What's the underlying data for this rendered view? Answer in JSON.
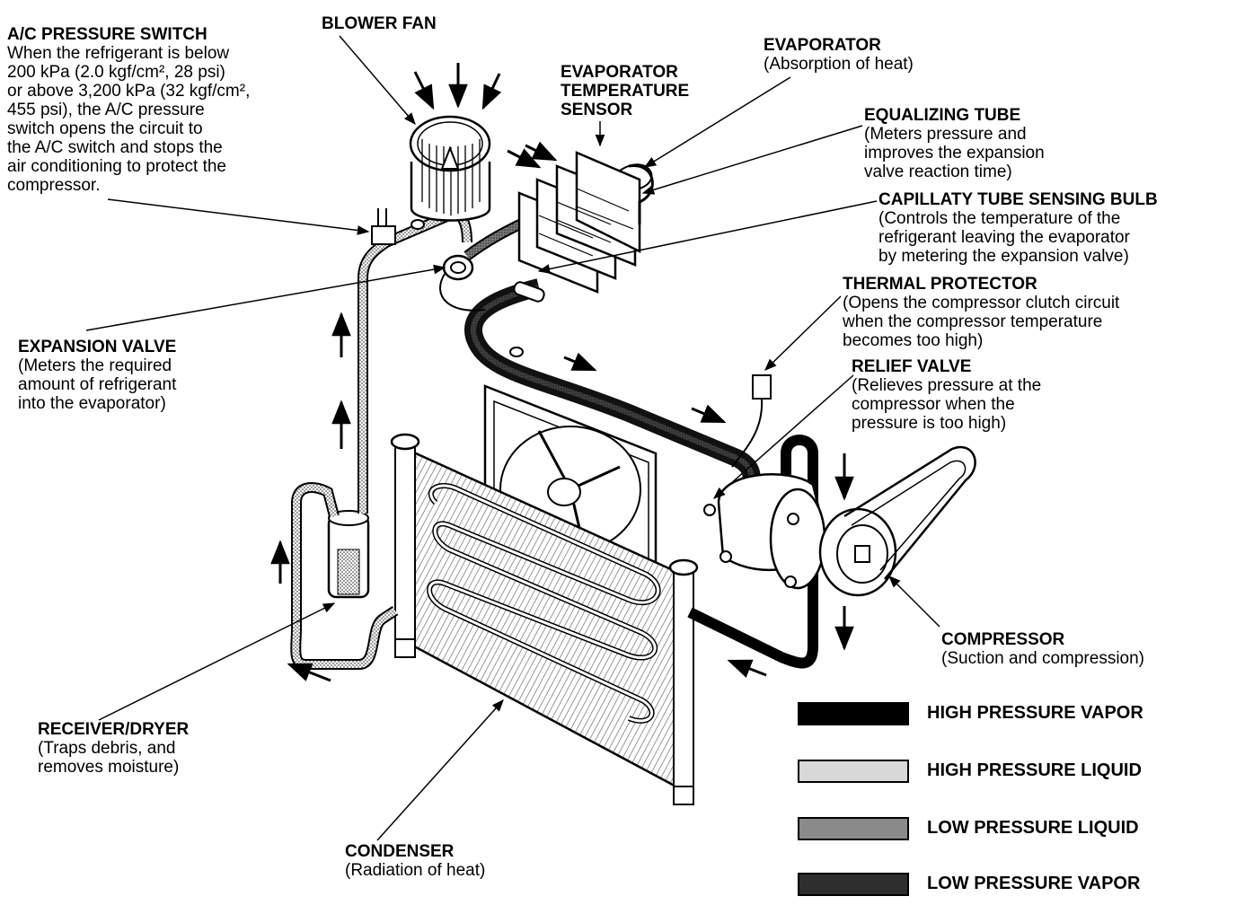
{
  "labels": {
    "ac_pressure_switch": {
      "title": "A/C PRESSURE SWITCH",
      "lines": [
        "When the refrigerant is below",
        "200 kPa (2.0 kgf/cm², 28 psi)",
        "or above 3,200 kPa (32 kgf/cm²,",
        "455 psi), the A/C pressure",
        "switch opens the circuit to",
        "the A/C switch and stops the",
        "air conditioning to protect the",
        "compressor."
      ]
    },
    "blower_fan": {
      "title": "BLOWER FAN"
    },
    "evaporator_temp_sensor": {
      "title_lines": [
        "EVAPORATOR",
        "TEMPERATURE",
        "SENSOR"
      ]
    },
    "evaporator": {
      "title": "EVAPORATOR",
      "lines": [
        "(Absorption of heat)"
      ]
    },
    "equalizing_tube": {
      "title": "EQUALIZING TUBE",
      "lines": [
        "(Meters pressure and",
        "improves the expansion",
        "valve reaction time)"
      ]
    },
    "capillary_tube": {
      "title": "CAPILLATY TUBE SENSING BULB",
      "lines": [
        "(Controls the temperature of the",
        "refrigerant leaving the evaporator",
        "by metering the expansion valve)"
      ]
    },
    "thermal_protector": {
      "title": "THERMAL PROTECTOR",
      "lines": [
        "(Opens the compressor clutch circuit",
        "when the compressor temperature",
        "becomes too high)"
      ]
    },
    "relief_valve": {
      "title": "RELIEF VALVE",
      "lines": [
        "(Relieves pressure at the",
        "compressor when the",
        "pressure is too high)"
      ]
    },
    "expansion_valve": {
      "title": "EXPANSION VALVE",
      "lines": [
        "(Meters the required",
        "amount of refrigerant",
        "into the evaporator)"
      ]
    },
    "compressor": {
      "title": "COMPRESSOR",
      "lines": [
        "(Suction and compression)"
      ]
    },
    "receiver_dryer": {
      "title": "RECEIVER/DRYER",
      "lines": [
        "(Traps debris, and",
        "removes moisture)"
      ]
    },
    "condenser": {
      "title": "CONDENSER",
      "lines": [
        "(Radiation of heat)"
      ]
    }
  },
  "legend": [
    {
      "name": "HIGH PRESSURE VAPOR",
      "color": "#000000"
    },
    {
      "name": "HIGH PRESSURE LIQUID",
      "color": "#d8d8d8"
    },
    {
      "name": "LOW PRESSURE LIQUID",
      "color": "#8a8a8a"
    },
    {
      "name": "LOW PRESSURE VAPOR",
      "color": "#2e2e2e"
    }
  ]
}
